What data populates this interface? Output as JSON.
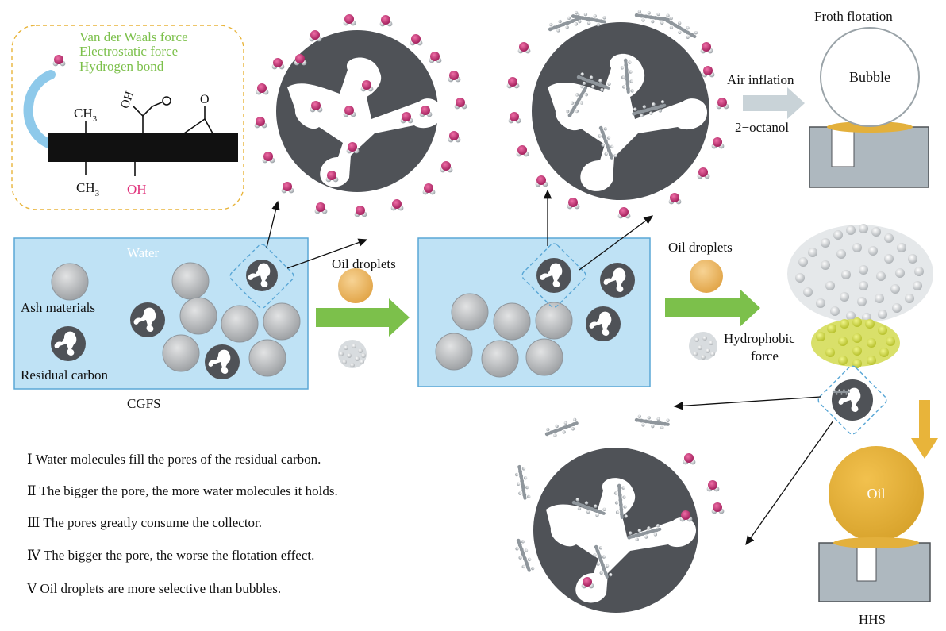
{
  "inset": {
    "forces": [
      "Van der Waals force",
      "Electrostatic force",
      "Hydrogen bond"
    ],
    "ch3_top": "CH",
    "ch3_bottom": "CH",
    "subscript": "3",
    "oh_ring": "OH",
    "oh_bottom": "OH",
    "carbonyl_o": "O",
    "force_color": "#7cc04b",
    "oh_color": "#e0307a"
  },
  "panel1": {
    "water_label": "Water",
    "ash_label": "Ash materials",
    "carbon_label": "Residual carbon",
    "caption": "CGFS"
  },
  "reagents": {
    "oil_droplets_1": "Oil droplets",
    "oil_droplets_2": "Oil droplets",
    "hydrophobic_1": "Hydrophobic",
    "hydrophobic_2": "force"
  },
  "froth": {
    "title": "Froth flotation",
    "air_inflation": "Air inflation",
    "octanol": "2−octanol",
    "bubble_label": "Bubble"
  },
  "hhs": {
    "oil_label": "Oil",
    "caption": "HHS"
  },
  "notes": [
    "Ⅰ Water molecules fill the pores of the residual carbon.",
    "Ⅱ  The bigger the pore, the more water molecules it holds.",
    "Ⅲ  The pores greatly consume the collector.",
    "Ⅳ  The bigger the pore, the worse the flotation effect.",
    "Ⅴ  Oil droplets are more selective than bubbles."
  ],
  "colors": {
    "water_fill": "#bfe2f5",
    "water_stroke": "#5aa7d6",
    "carbon": "#4f5257",
    "ash": "#c9cbcd",
    "oil": "#f2bf6b",
    "oil_dark": "#e3b03c",
    "green_arrow": "#7cc04b",
    "water_molecule": "#c8337a",
    "inset_border": "#e8b43a",
    "inset_arc": "#8ec9ea",
    "froth_box": "#aeb8bf"
  }
}
